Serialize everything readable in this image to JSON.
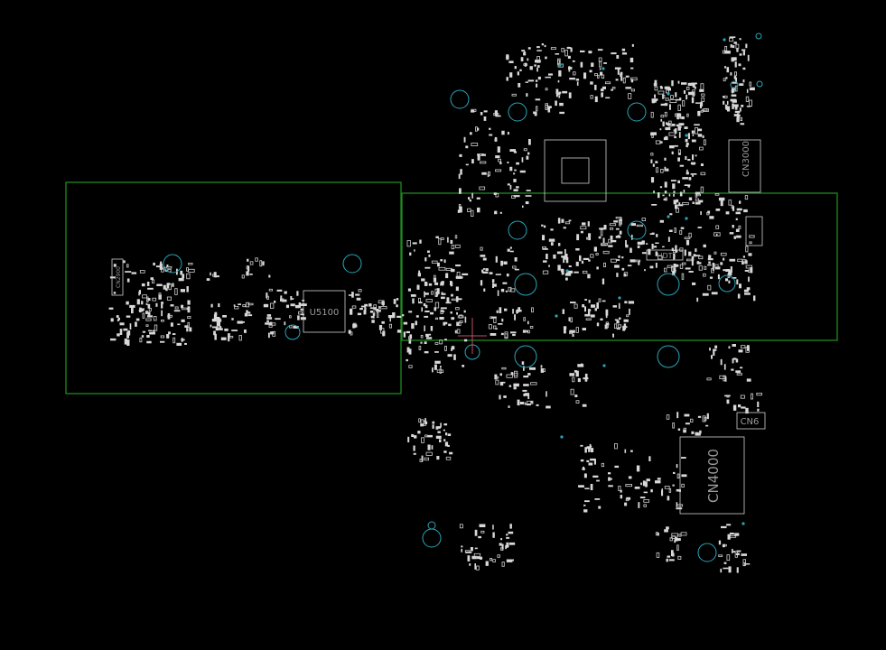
{
  "view": {
    "background": "#000000",
    "component_color": "#d8d8d8",
    "hole_color": "#2aa6b8",
    "region_color": "#1f8a1f",
    "crosshair_color": "#c0506a"
  },
  "labels": {
    "u5100": "U5100",
    "cn3000": "CN3000",
    "cn4000": "CN4000",
    "cn6": "CN6",
    "hdt": "HDT",
    "cn2900": "CN2900"
  }
}
